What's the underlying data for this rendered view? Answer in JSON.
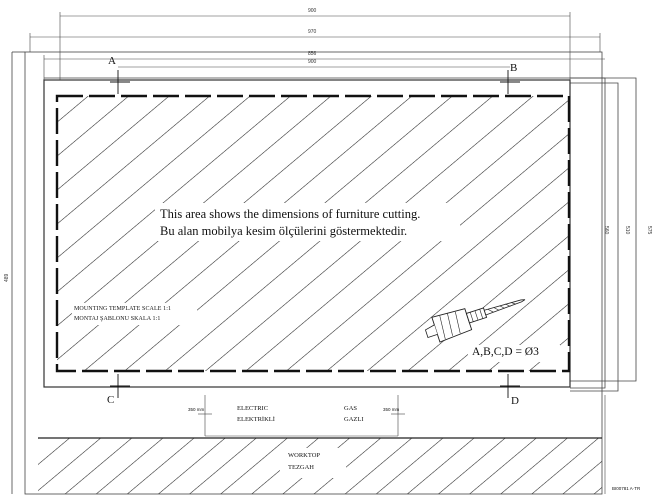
{
  "diagram": {
    "points": {
      "a": "A",
      "b": "B",
      "c": "C",
      "d": "D"
    },
    "dims": {
      "top_outer": "900",
      "top_mid": "970",
      "top_inner_a": "856",
      "top_inner_b": "900",
      "left_total": "489",
      "right_a": "560",
      "right_b": "510",
      "right_c": "575",
      "spacer_left": "350 mm",
      "spacer_right": "350 mm"
    },
    "main_text_en": "This area shows the dimensions of furniture cutting.",
    "main_text_tr": "Bu alan mobilya kesim ölçülerini göstermektedir.",
    "mounting_en": "MOUNTING TEMPLATE SCALE 1:1",
    "mounting_tr": "MONTAJ ŞABLONU SKALA 1:1",
    "drill_note": "A,B,C,D = Ø3",
    "electric_en": "ELECTRIC",
    "electric_tr": "ELEKTRİKLİ",
    "gas_en": "GAS",
    "gas_tr": "GAZLI",
    "worktop_en": "WORKTOP",
    "worktop_tr": "TEZGAH",
    "code": "BI00781 A·TR",
    "icons": [
      "drill-icon"
    ]
  }
}
